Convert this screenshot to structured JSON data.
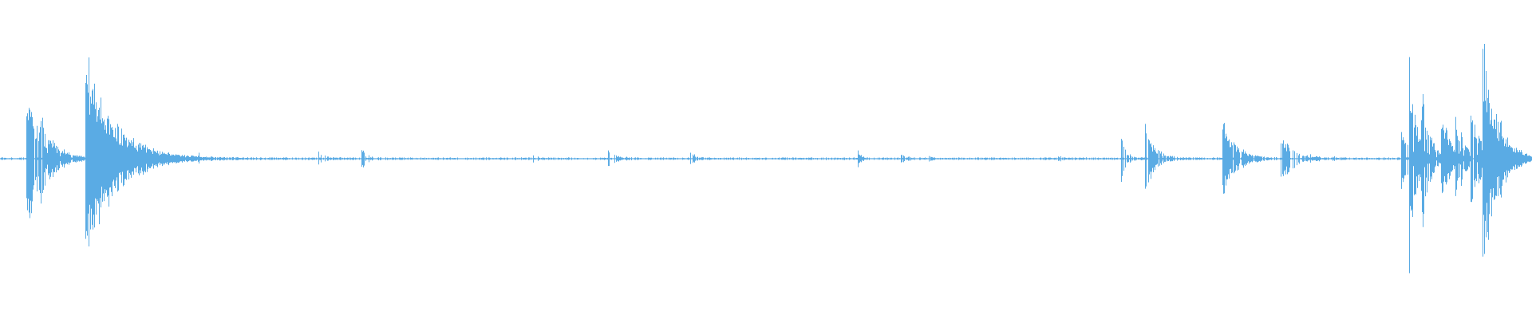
{
  "waveform": {
    "color": "#5aabe4",
    "baseline_color": "#5aabe4",
    "duration_samples": 1920,
    "events": [
      {
        "t": 0.0175,
        "peak": 0.72,
        "decay": 0.01,
        "density": 0.9
      },
      {
        "t": 0.025,
        "peak": 0.22,
        "decay": 0.008,
        "density": 0.6
      },
      {
        "t": 0.056,
        "peak": 0.98,
        "decay": 0.018,
        "density": 1.0
      },
      {
        "t": 0.093,
        "peak": 0.07,
        "decay": 0.006,
        "density": 0.5
      },
      {
        "t": 0.13,
        "peak": 0.03,
        "decay": 0.004,
        "density": 0.3
      },
      {
        "t": 0.208,
        "peak": 0.07,
        "decay": 0.004,
        "density": 0.5
      },
      {
        "t": 0.236,
        "peak": 0.1,
        "decay": 0.003,
        "density": 0.6
      },
      {
        "t": 0.346,
        "peak": 0.09,
        "decay": 0.003,
        "density": 0.5
      },
      {
        "t": 0.397,
        "peak": 0.07,
        "decay": 0.006,
        "density": 0.5
      },
      {
        "t": 0.451,
        "peak": 0.06,
        "decay": 0.003,
        "density": 0.5
      },
      {
        "t": 0.538,
        "peak": 0.02,
        "decay": 0.002,
        "density": 0.3
      },
      {
        "t": 0.56,
        "peak": 0.07,
        "decay": 0.002,
        "density": 0.5
      },
      {
        "t": 0.588,
        "peak": 0.04,
        "decay": 0.004,
        "density": 0.4
      },
      {
        "t": 0.606,
        "peak": 0.03,
        "decay": 0.003,
        "density": 0.4
      },
      {
        "t": 0.69,
        "peak": 0.04,
        "decay": 0.004,
        "density": 0.4
      },
      {
        "t": 0.732,
        "peak": 0.2,
        "decay": 0.003,
        "density": 0.6
      },
      {
        "t": 0.747,
        "peak": 0.33,
        "decay": 0.006,
        "density": 0.8
      },
      {
        "t": 0.798,
        "peak": 0.4,
        "decay": 0.008,
        "density": 0.9
      },
      {
        "t": 0.836,
        "peak": 0.25,
        "decay": 0.007,
        "density": 0.7
      },
      {
        "t": 0.855,
        "peak": 0.04,
        "decay": 0.003,
        "density": 0.4
      },
      {
        "t": 0.87,
        "peak": 0.03,
        "decay": 0.002,
        "density": 0.4
      },
      {
        "t": 0.915,
        "peak": 0.3,
        "decay": 0.006,
        "density": 0.8
      },
      {
        "t": 0.92,
        "peak": 0.95,
        "decay": 0.004,
        "density": 0.9
      },
      {
        "t": 0.928,
        "peak": 0.6,
        "decay": 0.005,
        "density": 0.9
      },
      {
        "t": 0.941,
        "peak": 0.4,
        "decay": 0.006,
        "density": 0.9
      },
      {
        "t": 0.95,
        "peak": 0.42,
        "decay": 0.005,
        "density": 0.9
      },
      {
        "t": 0.96,
        "peak": 0.45,
        "decay": 0.006,
        "density": 0.9
      },
      {
        "t": 0.968,
        "peak": 1.0,
        "decay": 0.008,
        "density": 1.0
      },
      {
        "t": 0.976,
        "peak": 0.2,
        "decay": 0.006,
        "density": 0.7
      },
      {
        "t": 0.99,
        "peak": 0.04,
        "decay": 0.004,
        "density": 0.4
      }
    ],
    "noise_floor": 0.012
  }
}
